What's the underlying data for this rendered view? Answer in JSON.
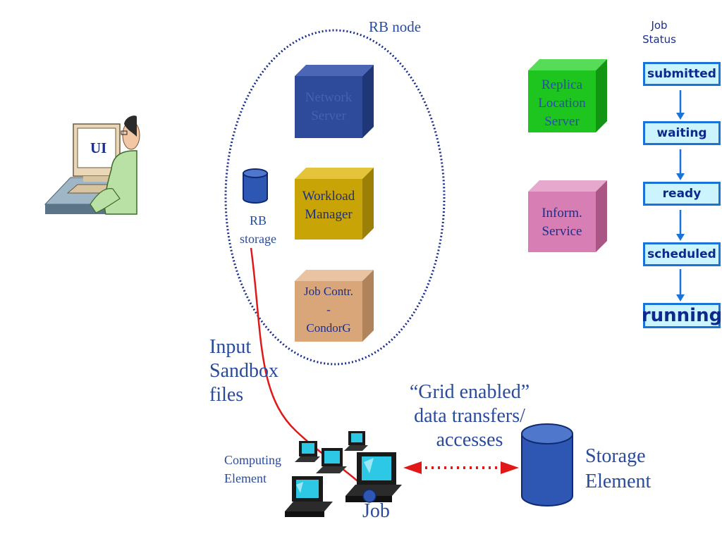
{
  "rb_node": {
    "label": "RB node"
  },
  "ui": {
    "label": "UI"
  },
  "rb_storage": {
    "label_line1": "RB",
    "label_line2": "storage"
  },
  "components": {
    "network_server": {
      "line1": "Network",
      "line2": "Server"
    },
    "workload_manager": {
      "line1": "Workload",
      "line2": "Manager"
    },
    "job_controller": {
      "line1": "Job Contr.",
      "line2": "-",
      "line3": "CondorG"
    },
    "replica_location": {
      "line1": "Replica",
      "line2": "Location",
      "line3": "Server"
    },
    "inform_service": {
      "line1": "Inform.",
      "line2": "Service"
    }
  },
  "input_sandbox": {
    "line1": "Input",
    "line2": "Sandbox",
    "line3": "files"
  },
  "grid_transfers": {
    "line1": "“Grid enabled”",
    "line2": "data transfers/",
    "line3": "accesses"
  },
  "computing_element": {
    "line1": "Computing",
    "line2": "Element"
  },
  "storage_element": {
    "line1": "Storage",
    "line2": "Element"
  },
  "job": {
    "label": "Job"
  },
  "job_status": {
    "title_line1": "Job",
    "title_line2": "Status",
    "states": [
      "submitted",
      "waiting",
      "ready",
      "scheduled",
      "running"
    ]
  },
  "colors": {
    "network_server": "#2e4a9a",
    "workload_manager": "#c9a407",
    "job_controller": "#d9a679",
    "replica_location": "#1ec51e",
    "inform_service": "#d77fb4",
    "dotted_ellipse": "#1a2f8c",
    "sandbox_line": "#e01818",
    "transfer_arrow": "#e01818",
    "status_border": "#1a73d9",
    "status_fill": "#ccf4ff"
  }
}
